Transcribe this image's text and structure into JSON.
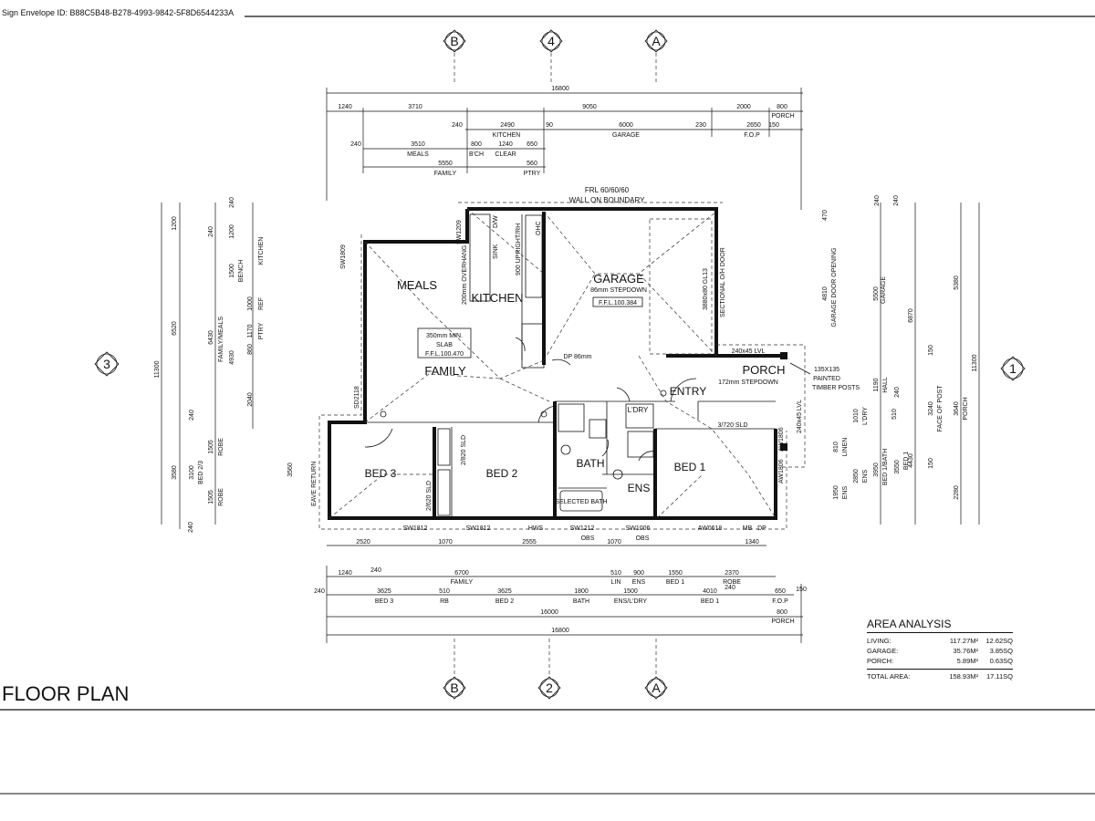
{
  "header": {
    "envelope_id": "Sign Envelope ID: B88C5B48-B278-4993-9842-5F8D6544233A"
  },
  "title": "FLOOR PLAN",
  "grid_markers": {
    "top": [
      "B",
      "4",
      "A"
    ],
    "bottom": [
      "B",
      "2",
      "A"
    ],
    "left": "3",
    "right": "1"
  },
  "rooms": {
    "meals": "MEALS",
    "kitchen": "KITCHEN",
    "garage": "GARAGE",
    "family": "FAMILY",
    "porch": "PORCH",
    "entry": "ENTRY",
    "bed1": "BED 1",
    "bed2": "BED 2",
    "bed3": "BED 3",
    "bath": "BATH",
    "ens": "ENS",
    "ldry": "L'DRY"
  },
  "notes": {
    "frl": "FRL 60/60/60",
    "boundary": "WALL ON BOUNDARY",
    "slab1": "350mm MIN.",
    "slab2": "SLAB",
    "slab3": "F.F.L.100.470",
    "garage_step": "86mm STEPDOWN",
    "garage_ffl": "F.F.L.100.384",
    "porch_step": "172mm STEPDOWN",
    "dp86": "DP 86mm",
    "posts1": "135X135",
    "posts2": "PAINTED",
    "posts3": "TIMBER POSTS",
    "sectional": "SECTIONAL O/H DOOR",
    "lintel": "3880x80 GL13",
    "overhang": "200mm OVERHANG",
    "upright": "900 UPRIGHT/RH",
    "sink": "SINK",
    "dw": "D/W",
    "ohc": "OHC",
    "eave": "EAVE RETURN",
    "lvl1": "240x45 LVL",
    "lvl2": "240x45 LVL",
    "bath_sel": "SELECTED BATH"
  },
  "windows": [
    "SW1812",
    "SW1812",
    "HWS",
    "SW1212",
    "SW1006",
    "AW0618",
    "MB",
    "DP",
    "SW1809",
    "SW1209",
    "SD2118",
    "AW1806",
    "AW1806",
    "3/720 SLD",
    "2/820 SLD",
    "2/620 SLD"
  ],
  "dims_top": {
    "overall": "16800",
    "row2": [
      "1240",
      "3710",
      "9050",
      "2000",
      "800"
    ],
    "porch": "PORCH",
    "row3": [
      "240",
      "2490",
      "90",
      "6000",
      "230",
      "2650",
      "150"
    ],
    "row3_labels": [
      "KITCHEN",
      "GARAGE",
      "F.O.P"
    ],
    "row4": [
      "240",
      "3510",
      "800",
      "1240",
      "650"
    ],
    "row4_labels": [
      "MEALS",
      "B'CH",
      "CLEAR"
    ],
    "row5": [
      "5550",
      "560"
    ],
    "row5_labels": [
      "FAMILY",
      "PTRY"
    ]
  },
  "dims_bottom": {
    "row1": [
      "2520",
      "1070",
      "2555",
      "1070",
      "1340"
    ],
    "obs": [
      "OBS",
      "OBS"
    ],
    "row2": [
      "1240",
      "240",
      "6700",
      "510",
      "900",
      "1550",
      "2370"
    ],
    "row2_labels": [
      "FAMILY",
      "LIN",
      "ENS",
      "BED 1",
      "ROBE"
    ],
    "row3": [
      "240",
      "3625",
      "510",
      "3625",
      "1800",
      "1500",
      "4010",
      "240",
      "650",
      "150"
    ],
    "row3_labels": [
      "BED 3",
      "RB",
      "BED 2",
      "BATH",
      "ENS/L'DRY",
      "BED 1",
      "F.O.P"
    ],
    "row4": [
      "16000",
      "800"
    ],
    "porch": "PORCH",
    "overall": "16800"
  },
  "dims_left": {
    "outer": "11300",
    "row2": [
      "6520",
      "3580",
      "240"
    ],
    "row3": [
      "1200",
      "240",
      "6430",
      "240",
      "3100",
      "1505",
      "1505"
    ],
    "row3_labels": [
      "FAMILY/MEALS",
      "BED 2/3",
      "ROBE",
      "ROBE"
    ],
    "row4": [
      "240",
      "1200",
      "1500",
      "1000",
      "1170",
      "4930",
      "860",
      "2040"
    ],
    "row4_labels": [
      "BENCH",
      "KITCHEN",
      "REF",
      "PTRY"
    ],
    "eave": "3560"
  },
  "dims_right": {
    "outer": "11300",
    "row2": [
      "240",
      "5380",
      "150",
      "3240",
      "3640",
      "150",
      "2280"
    ],
    "row2_labels": [
      "FACE OF POST",
      "PORCH"
    ],
    "row3": [
      "240",
      "6870",
      "4430"
    ],
    "row3_labels": [
      "GARAGE",
      "BED 1"
    ],
    "row4": [
      "5500",
      "1190",
      "240",
      "510",
      "3550",
      "3950",
      "2850",
      "1950",
      "1010",
      "810",
      "470",
      "4810"
    ],
    "row4_labels": [
      "HALL",
      "L'DRY",
      "BED 1/BATH",
      "ENS",
      "ENS",
      "LINEN",
      "GARAGE DOOR OPENING"
    ]
  },
  "area_analysis": {
    "title": "AREA ANALYSIS",
    "rows": [
      {
        "label": "LIVING:",
        "m2": "117.27M²",
        "sq": "12.62SQ"
      },
      {
        "label": "GARAGE:",
        "m2": "35.76M²",
        "sq": "3.85SQ"
      },
      {
        "label": "PORCH:",
        "m2": "5.89M²",
        "sq": "0.63SQ"
      }
    ],
    "total": {
      "label": "TOTAL AREA:",
      "m2": "158.93M²",
      "sq": "17.11SQ"
    }
  }
}
